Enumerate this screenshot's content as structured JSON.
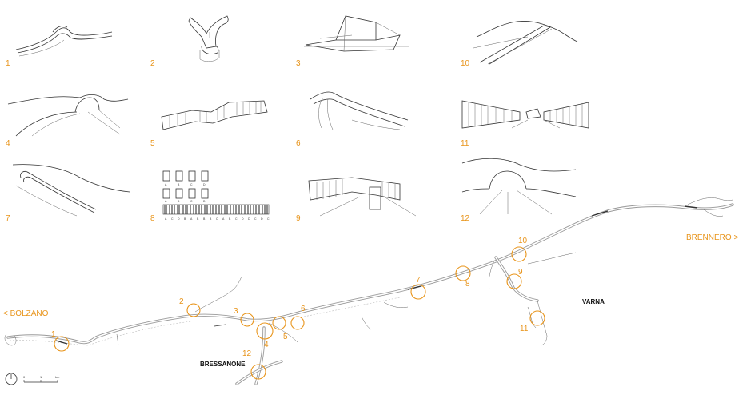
{
  "colors": {
    "accent": "#e8941a",
    "ink": "#333333",
    "road": "#999999"
  },
  "sketch_numbers": [
    "1",
    "2",
    "3",
    "10",
    "4",
    "5",
    "6",
    "11",
    "7",
    "8",
    "9",
    "12"
  ],
  "map_numbers": [
    "1",
    "2",
    "3",
    "4",
    "5",
    "6",
    "7",
    "8",
    "9",
    "10",
    "11",
    "12"
  ],
  "places": {
    "bressanone": "BRESSANONE",
    "varna": "VARNA"
  },
  "directions": {
    "bolzano": "< BOLZANO",
    "brennero": "BRENNERO >"
  },
  "barcode": {
    "top_letters": [
      "A",
      "B",
      "C",
      "D"
    ],
    "mid_letters": [
      "A",
      "B",
      "C",
      "D"
    ],
    "sequence": [
      "A",
      "C",
      "D",
      "B",
      "A",
      "B",
      "B",
      "B",
      "C",
      "A",
      "B",
      "C",
      "D",
      "D",
      "C",
      "D",
      "C"
    ]
  },
  "scale_bar": {
    "ticks": [
      "0",
      "1",
      "km"
    ]
  }
}
